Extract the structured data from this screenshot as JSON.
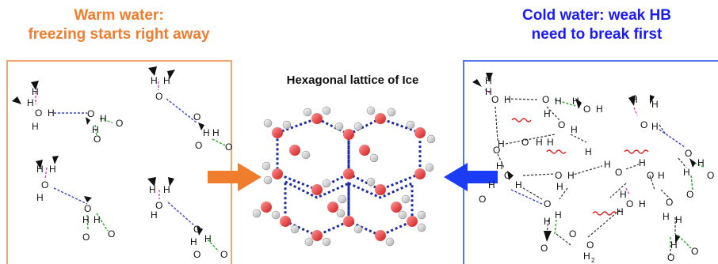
{
  "warm": {
    "title_line1": "Warm water:",
    "title_line2": "freezing starts right away",
    "color": "#f07c2e"
  },
  "cold": {
    "title_line1": "Cold water: weak HB",
    "title_line2": "need to break first",
    "color": "#1a1aff"
  },
  "center": {
    "title": "Hexagonal lattice of Ice"
  },
  "atoms": {
    "O": "O",
    "H": "H",
    "H2": "H",
    "sub2": "2"
  }
}
